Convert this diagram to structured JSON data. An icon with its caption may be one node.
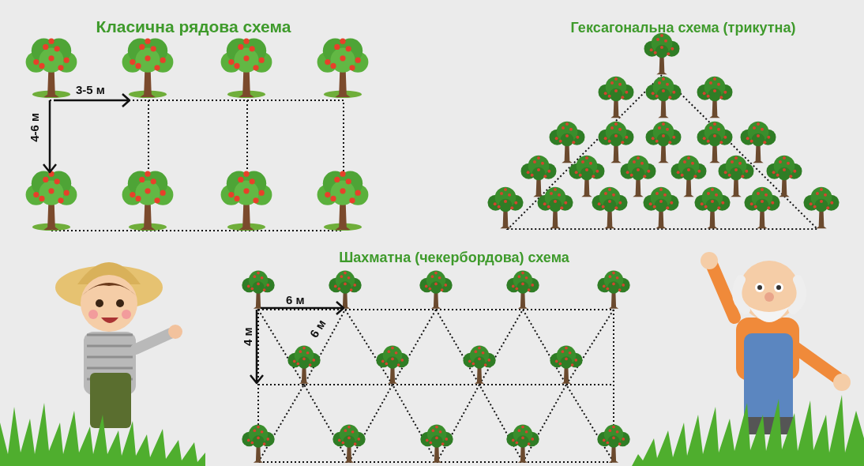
{
  "diagram": {
    "labels": [
      "Класична рядова схема",
      "3-5 м",
      "4-6 м",
      "Гексагональна схема (трикутна)",
      "Шахматна (чекербордова) схема",
      "6 м",
      "6 м",
      "4 м"
    ]
  }
}
